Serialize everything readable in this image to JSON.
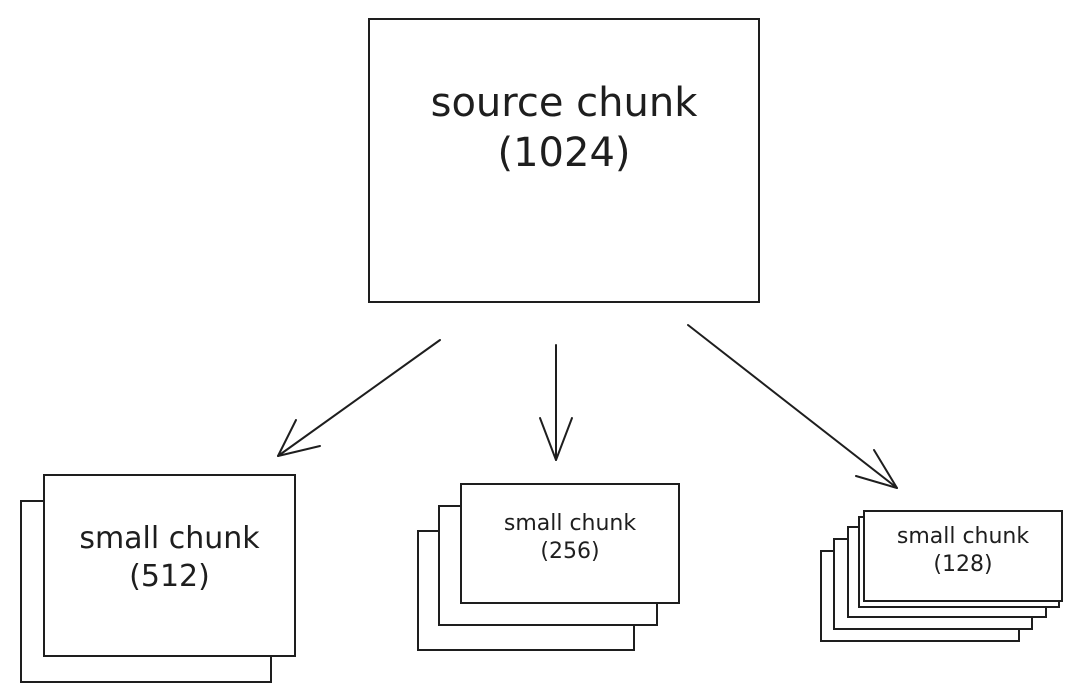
{
  "source": {
    "label": "source chunk",
    "size": "(1024)"
  },
  "children": [
    {
      "label": "small chunk",
      "size": "(512)",
      "stacked_copies": 2
    },
    {
      "label": "small chunk",
      "size": "(256)",
      "stacked_copies": 3
    },
    {
      "label": "small chunk",
      "size": "(128)",
      "stacked_copies": 5
    }
  ],
  "colors": {
    "stroke": "#1e1e1e",
    "background": "#ffffff"
  }
}
